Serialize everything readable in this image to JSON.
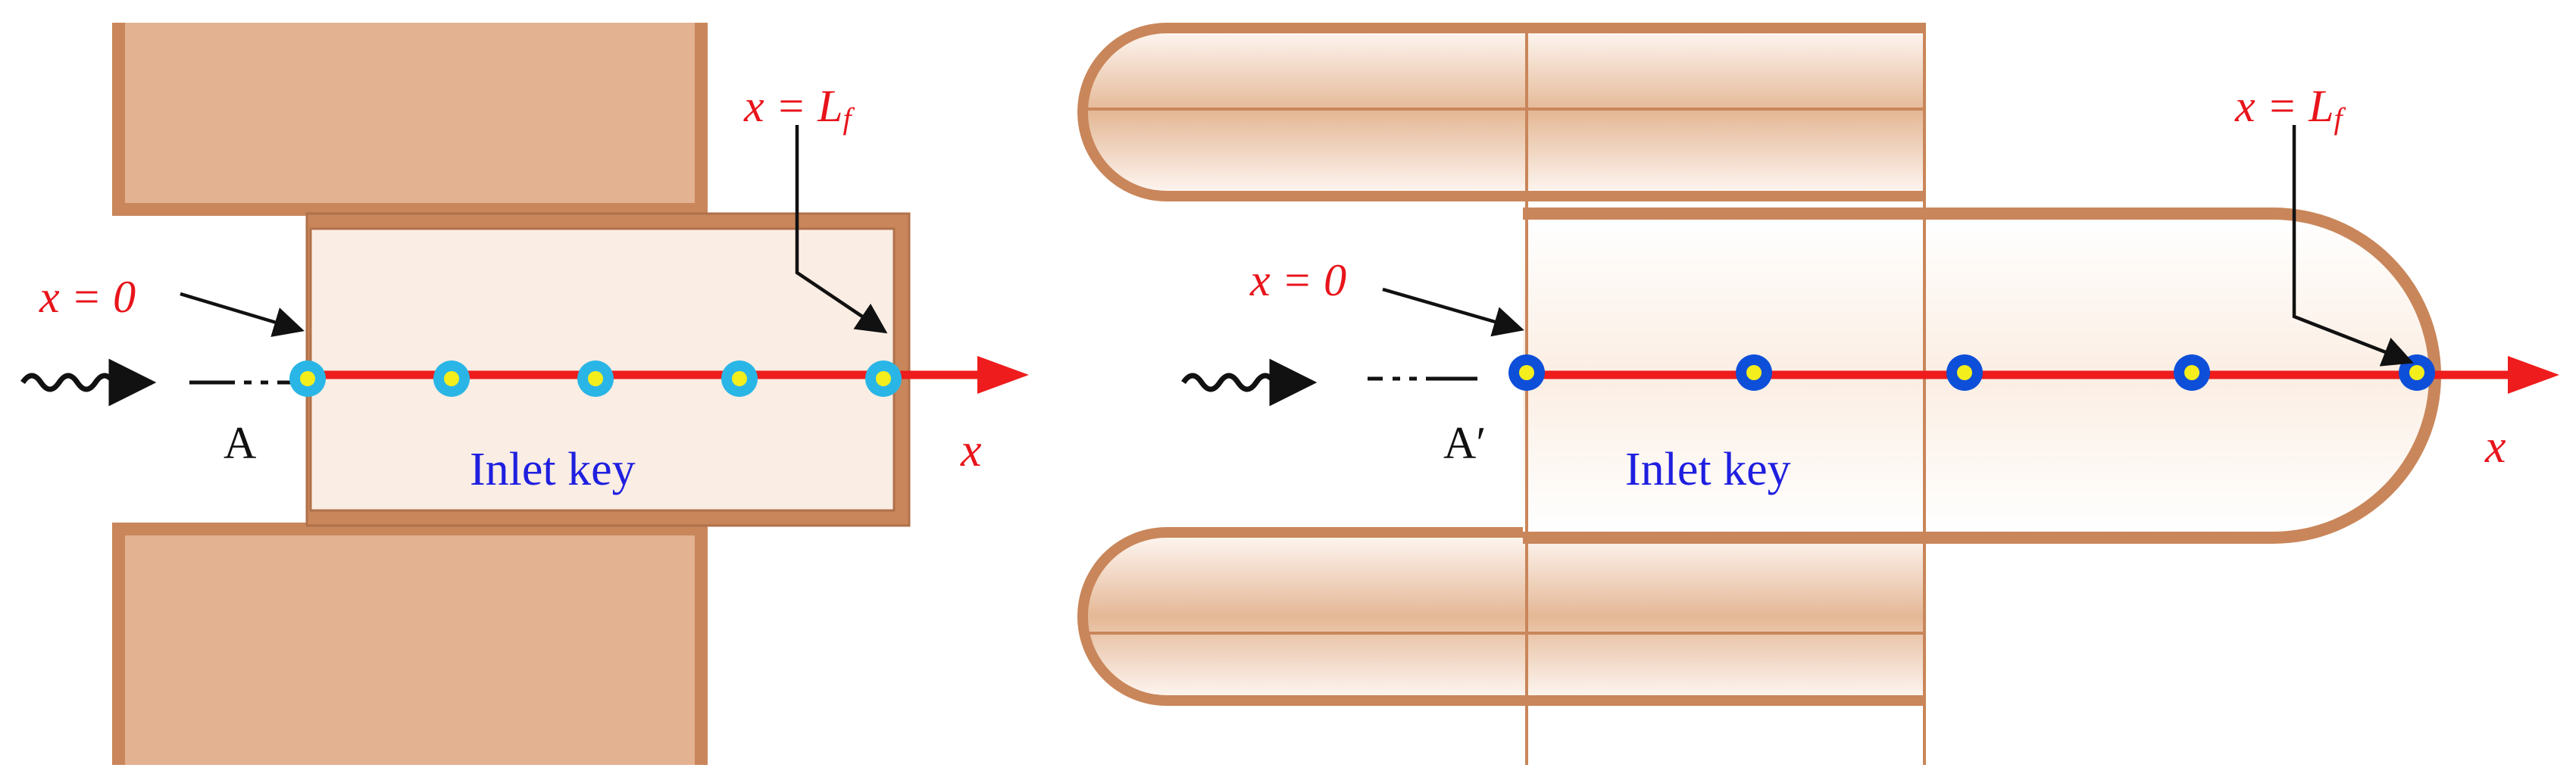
{
  "colors": {
    "wall_fill": "#e2b291",
    "wall_edge": "#c9865a",
    "key_fill": "#faede4",
    "axis_red": "#ee1c1c",
    "node_left_outer": "#29b6e6",
    "node_right_outer": "#0d4fd9",
    "node_inner": "#f4ee1c",
    "label_red": "#e8141b",
    "label_blue": "#1f1fe0"
  },
  "left_panel": {
    "origin_label": "x = 0",
    "end_label_prefix": "x = ",
    "end_label_var": "L",
    "end_label_sub": "f",
    "point_label": "A",
    "key_label": "Inlet key",
    "axis_label": "x",
    "node_count": 5
  },
  "right_panel": {
    "origin_label": "x = 0",
    "end_label_prefix": "x = ",
    "end_label_var": "L",
    "end_label_sub": "f",
    "point_label": "A′",
    "key_label": "Inlet key",
    "axis_label": "x",
    "node_count": 5
  }
}
